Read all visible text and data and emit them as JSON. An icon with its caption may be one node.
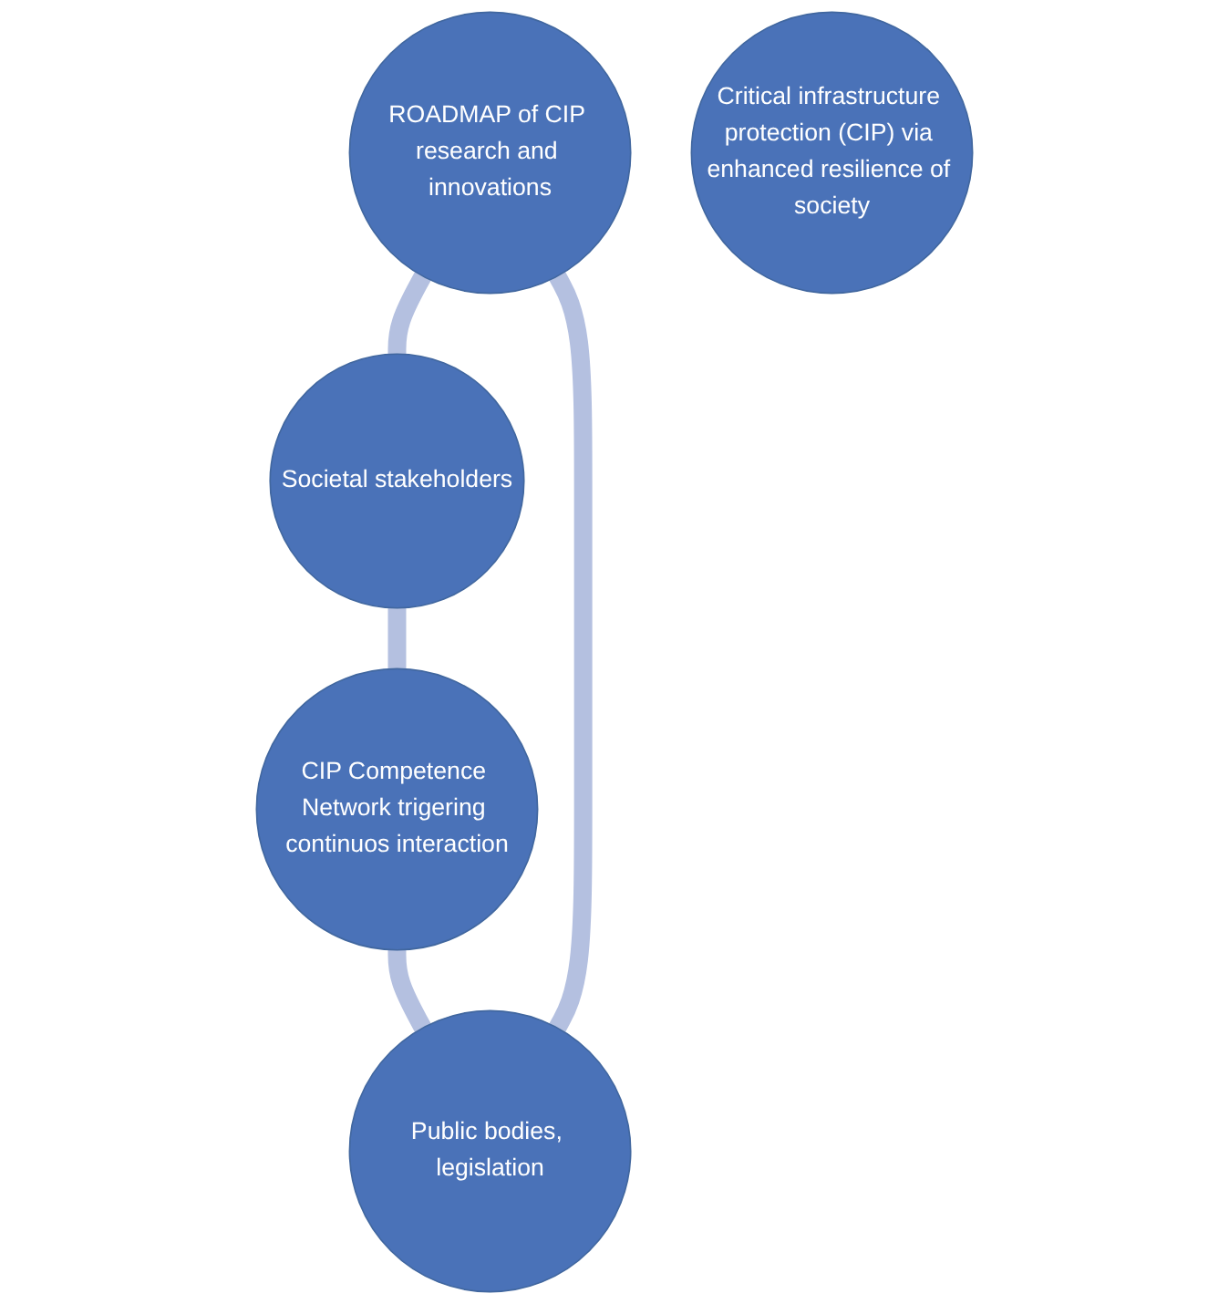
{
  "diagram": {
    "nodes": [
      {
        "text": [
          "ROADMAP of CIP research and innovations"
        ]
      },
      {
        "text": [
          "Public bodies, legislation"
        ]
      },
      {
        "text": [
          "Critical infrastructure protection (CIP) via enhanced resilience of society"
        ]
      },
      {
        "text": [
          "Societal stakeholders"
        ]
      },
      {
        "text": [
          "CIP Competence Network trigering continuos interaction"
        ]
      }
    ],
    "edges": [
      {
        "from": 0,
        "to": 3,
        "arrow": "none"
      },
      {
        "from": 3,
        "to": 4,
        "arrow": "none"
      },
      {
        "from": 4,
        "to": 1,
        "arrow": "none"
      },
      {
        "from": 1,
        "to": 0,
        "arrow": "none"
      }
    ]
  }
}
